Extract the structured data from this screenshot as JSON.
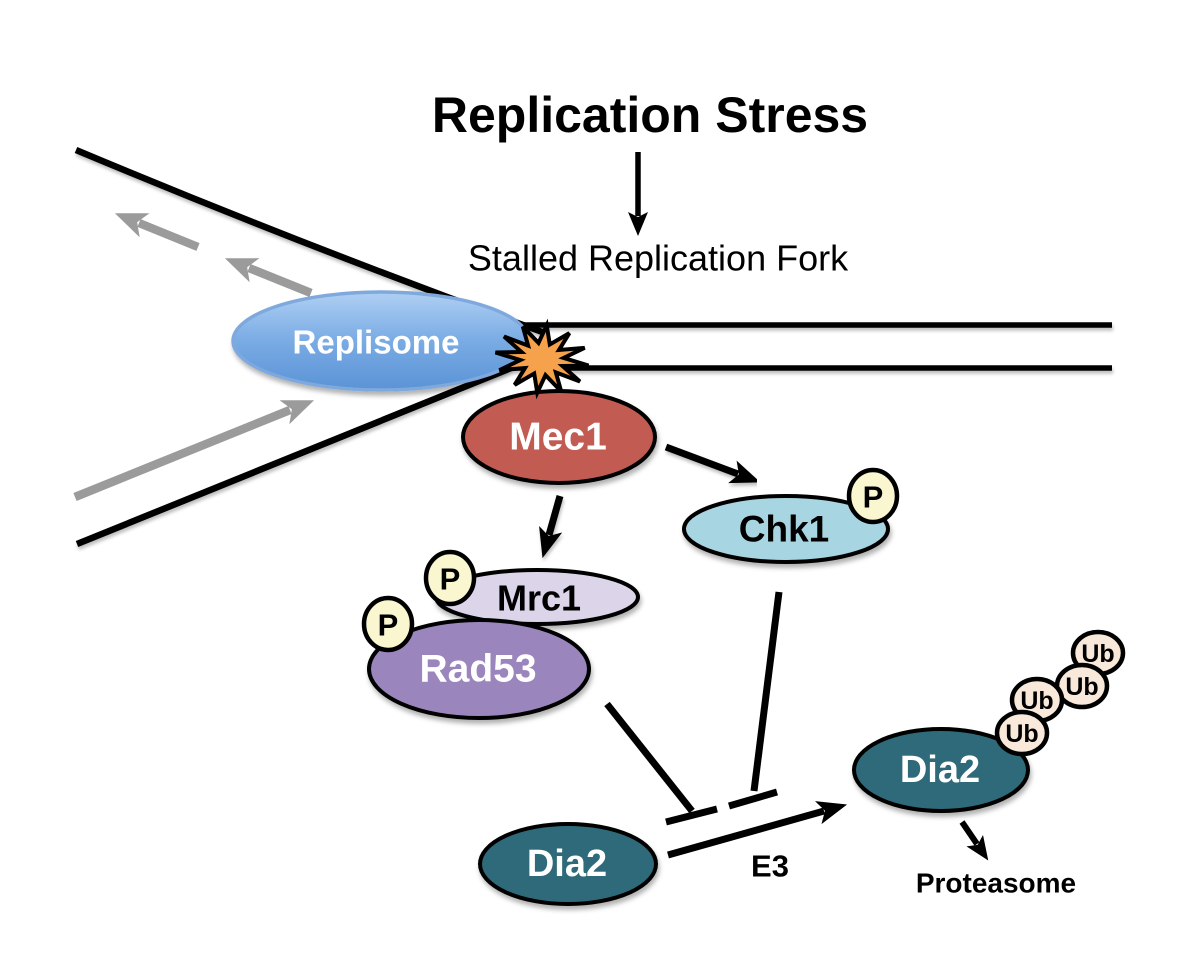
{
  "diagram": {
    "title": "Replication Stress",
    "stalled_fork_label": "Stalled Replication Fork",
    "nodes": {
      "replisome": "Replisome",
      "mec1": "Mec1",
      "chk1": "Chk1",
      "mrc1": "Mrc1",
      "rad53": "Rad53",
      "dia2": "Dia2",
      "dia2_ubiquitinated": "Dia2"
    },
    "badges": {
      "phospho": "P",
      "ubiquitin": "Ub"
    },
    "e3_label": "E3",
    "proteasome_label": "Proteasome",
    "colors": {
      "replisome_light": "#AFCFF3",
      "replisome_mid": "#79ABE4",
      "replisome_dark": "#5B93D6",
      "replisome_stroke": "#7FA9DC",
      "mec1": "#C25B52",
      "chk1": "#A8D5E2",
      "mrc1": "#DCD4E9",
      "rad53": "#9A85BD",
      "dia2": "#2E6B79",
      "star": "#F6A14B",
      "phospho": "#FAF7D0",
      "ubiquitin": "#F9E9DA",
      "arrow_gray": "#9B9B9B",
      "outline": "#000000"
    }
  }
}
